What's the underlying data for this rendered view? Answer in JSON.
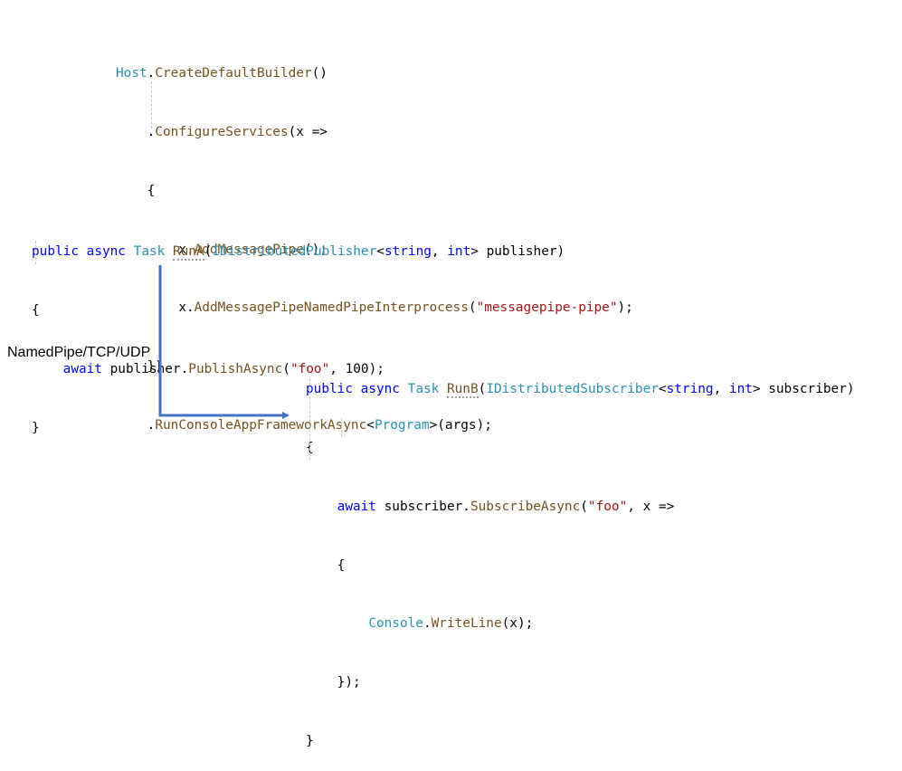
{
  "colors": {
    "keyword": "#0000ff",
    "type": "#2b91af",
    "method": "#74531f",
    "string": "#a31515",
    "arrow": "#4472c4"
  },
  "block1": {
    "l1": {
      "host": "Host",
      "dot": ".",
      "method": "CreateDefaultBuilder",
      "tail": "()"
    },
    "l2": {
      "dot": ".",
      "method": "ConfigureServices",
      "tail": "(x =>"
    },
    "l3": "{",
    "l4": {
      "pre": "x.",
      "method": "AddMessagePipe",
      "tail": "();"
    },
    "l5": {
      "pre": "x.",
      "method": "AddMessagePipeNamedPipeInterprocess",
      "open": "(",
      "str": "\"messagepipe-pipe\"",
      "tail": ");"
    },
    "l6": "})",
    "l7": {
      "dot": ".",
      "method": "RunConsoleAppFrameworkAsync",
      "lt": "<",
      "type": "Program",
      "tail": ">(args);"
    }
  },
  "block2": {
    "sig": {
      "kw1": "public",
      "kw2": "async",
      "type1": "Task",
      "name": "RunA",
      "open": "(",
      "type2": "IDistributedPublisher",
      "lt": "<",
      "kw3": "string",
      "comma": ", ",
      "kw4": "int",
      "tail": "> publisher)"
    },
    "open": "{",
    "body": {
      "kw": "await",
      "pre": " publisher.",
      "method": "PublishAsync",
      "open": "(",
      "str": "\"foo\"",
      "tail": ", 100);"
    },
    "close": "}"
  },
  "block3": {
    "sig": {
      "kw1": "public",
      "kw2": "async",
      "type1": "Task",
      "name": "RunB",
      "open": "(",
      "type2": "IDistributedSubscriber",
      "lt": "<",
      "kw3": "string",
      "comma": ", ",
      "kw4": "int",
      "tail": "> subscriber)"
    },
    "open": "{",
    "body1": {
      "kw": "await",
      "pre": " subscriber.",
      "method": "SubscribeAsync",
      "open": "(",
      "str": "\"foo\"",
      "tail": ", x =>"
    },
    "body2": "{",
    "body3": {
      "type": "Console",
      "dot": ".",
      "method": "WriteLine",
      "tail": "(x);"
    },
    "body4": "});",
    "close": "}"
  },
  "transport_label": "NamedPipe/TCP/UDP"
}
